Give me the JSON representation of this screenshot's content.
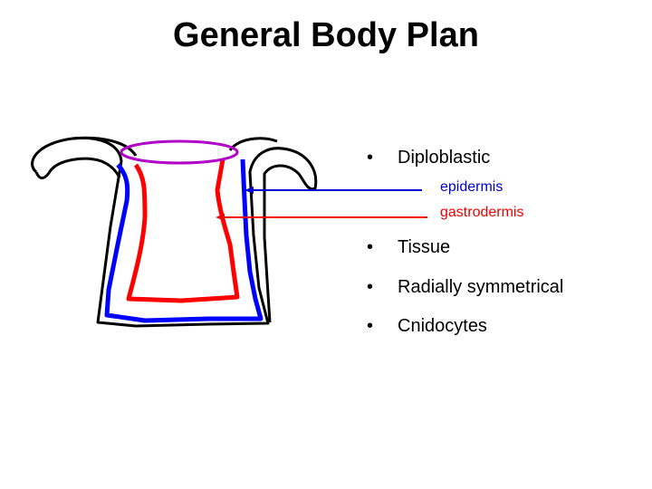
{
  "title": "General Body Plan",
  "bullets": [
    {
      "text": "Diploblastic"
    },
    {
      "text": "Tissue"
    },
    {
      "text": "Radially symmetrical"
    },
    {
      "text": "Cnidocytes"
    }
  ],
  "labels": {
    "epidermis": {
      "text": "epidermis",
      "color": "#0000cc"
    },
    "gastrodermis": {
      "text": "gastrodermis",
      "color": "#ee0000"
    }
  },
  "bullet_glyph": "•",
  "colors": {
    "body_outline": "#000000",
    "epidermis": "#0000ff",
    "gastrodermis": "#ff0000",
    "mouth": "#b000c8"
  }
}
